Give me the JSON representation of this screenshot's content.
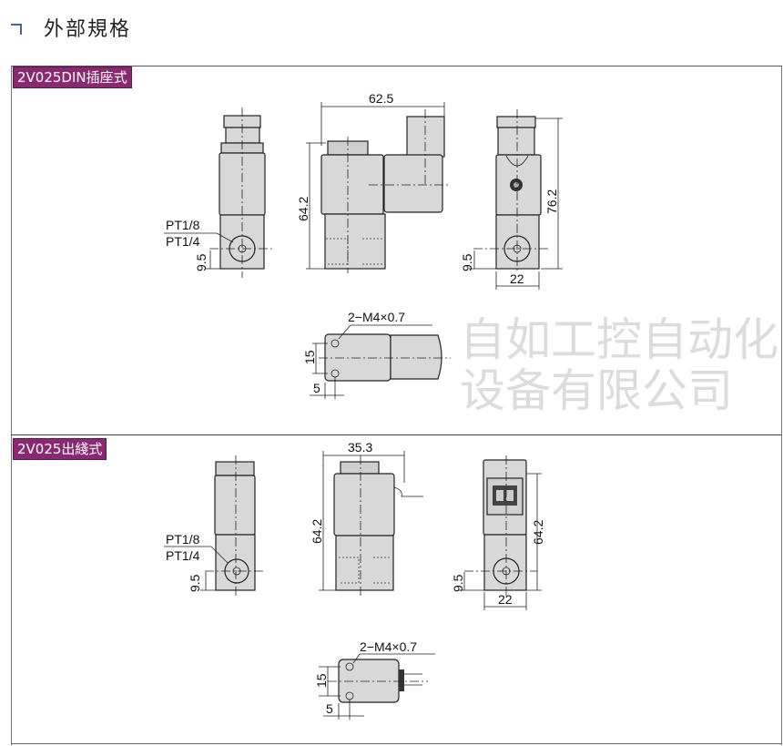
{
  "header": {
    "title": "外部規格",
    "icon": "corner-marker-icon"
  },
  "watermark": "自如工控自动化设备有限公司",
  "sections": [
    {
      "label": "2V025DIN插座式",
      "dims": {
        "width_top": "62.5",
        "height_mid": "64.2",
        "height_right": "76.2",
        "port_offset_left": "9.5",
        "port_offset_right": "9.5",
        "base_width": "22",
        "port_upper": "PT1/8",
        "port_lower": "PT1/4",
        "mount_hole": "2−M4×0.7",
        "mount_spacing": "15",
        "mount_edge": "5"
      }
    },
    {
      "label": "2V025出綫式",
      "dims": {
        "width_top": "35.3",
        "height_mid": "64.2",
        "height_right": "64.2",
        "port_offset_left": "9.5",
        "port_offset_right": "9.5",
        "base_width": "22",
        "port_upper": "PT1/8",
        "port_lower": "PT1/4",
        "mount_hole": "2−M4×0.7",
        "mount_spacing": "15",
        "mount_edge": "5"
      }
    }
  ],
  "colors": {
    "label_bg": "#8a2872",
    "part_fill": "#d8d8d8"
  }
}
